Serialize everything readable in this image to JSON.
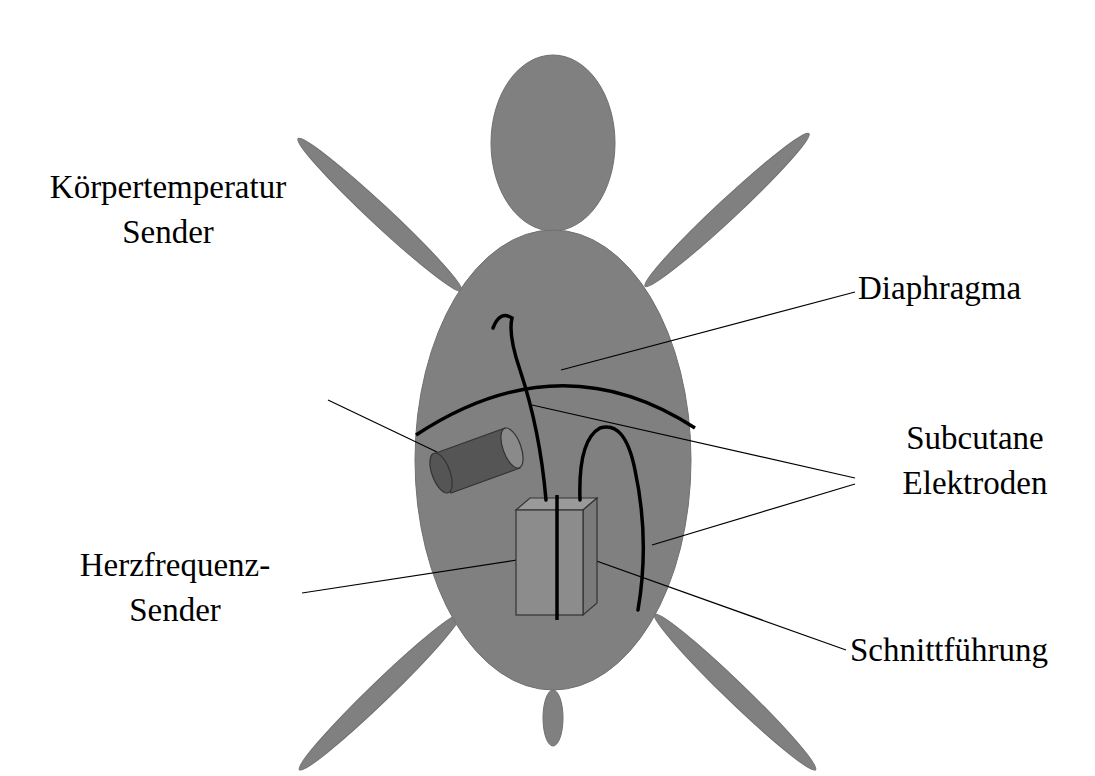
{
  "diagram": {
    "labels": [
      "Körpertemperatur Sender",
      "Diaphragma",
      "Subcutane Elektroden",
      "Herzfrequenz- Sender",
      "Schnittführung"
    ]
  }
}
